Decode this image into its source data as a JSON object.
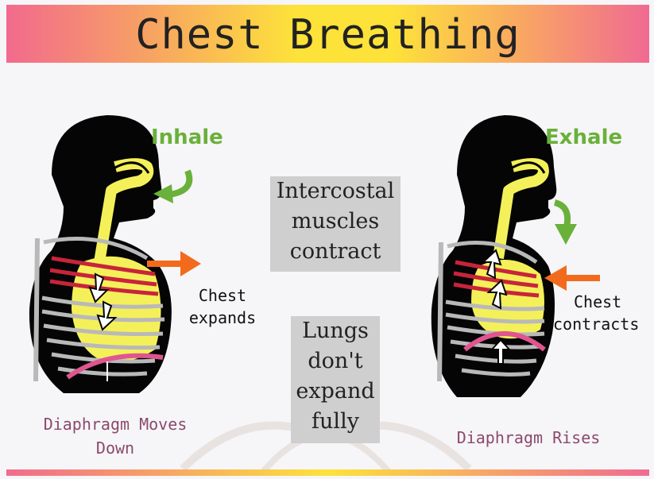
{
  "title": "Chest Breathing",
  "left_panel": {
    "phase_label": "Inhale",
    "chest_label_line1": "Chest",
    "chest_label_line2": "expands",
    "diaphragm_line1": "Diaphragm Moves",
    "diaphragm_line2": "Down"
  },
  "right_panel": {
    "phase_label": "Exhale",
    "chest_label_line1": "Chest",
    "chest_label_line2": "contracts",
    "diaphragm_line1": "Diaphragm Rises"
  },
  "center": {
    "muscles_lines": [
      "Intercostal",
      "muscles",
      "contract"
    ],
    "lungs_lines": [
      "Lungs",
      "don't",
      "expand",
      "fully"
    ]
  },
  "colors": {
    "green": "#69b13a",
    "orange": "#f26b1d",
    "lungs": "#f4f05a",
    "muscle": "#c8243a",
    "diaphragm": "#e0558f",
    "rib": "#b9b9b9"
  }
}
